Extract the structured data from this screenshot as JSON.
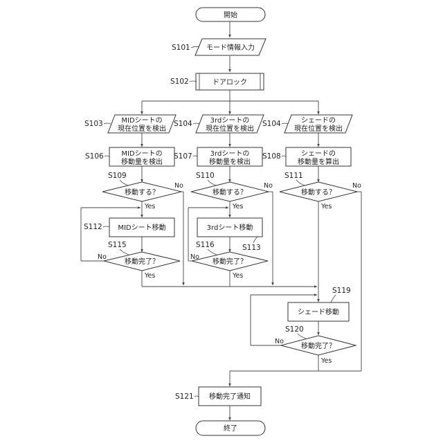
{
  "nodes": {
    "start": "開始",
    "mode_input": "モード情報入力",
    "door_lock": "ドアロック",
    "mid_pos": [
      "MIDシートの",
      "現在位置を検出"
    ],
    "third_pos": [
      "3rdシートの",
      "現在位置を検出"
    ],
    "shade_pos": [
      "シェードの",
      "現在位置を検出"
    ],
    "mid_amount": [
      "MIDシートの",
      "移動量を検出"
    ],
    "third_amount": [
      "3rdシートの",
      "移動量を検出"
    ],
    "shade_amount": [
      "シェードの",
      "移動量を算出"
    ],
    "mid_move_q": "移動する？",
    "third_move_q": "移動する？",
    "shade_move_q": "移動する？",
    "mid_move": "MIDシート移動",
    "third_move": "3rdシート移動",
    "mid_done_q": "移動完了？",
    "third_done_q": "移動完了？",
    "shade_move": "シェード移動",
    "shade_done_q": "移動完了？",
    "notify": "移動完了通知",
    "end": "終了"
  },
  "steps": {
    "s101": "S101",
    "s102": "S102",
    "s103": "S103",
    "s104a": "S104",
    "s104b": "S104",
    "s106": "S106",
    "s107": "S107",
    "s108": "S108",
    "s109": "S109",
    "s110": "S110",
    "s111": "S111",
    "s112": "S112",
    "s113": "S113",
    "s115": "S115",
    "s116": "S116",
    "s119": "S119",
    "s120": "S120",
    "s121": "S121"
  },
  "branches": {
    "yes": "Yes",
    "no": "No"
  }
}
